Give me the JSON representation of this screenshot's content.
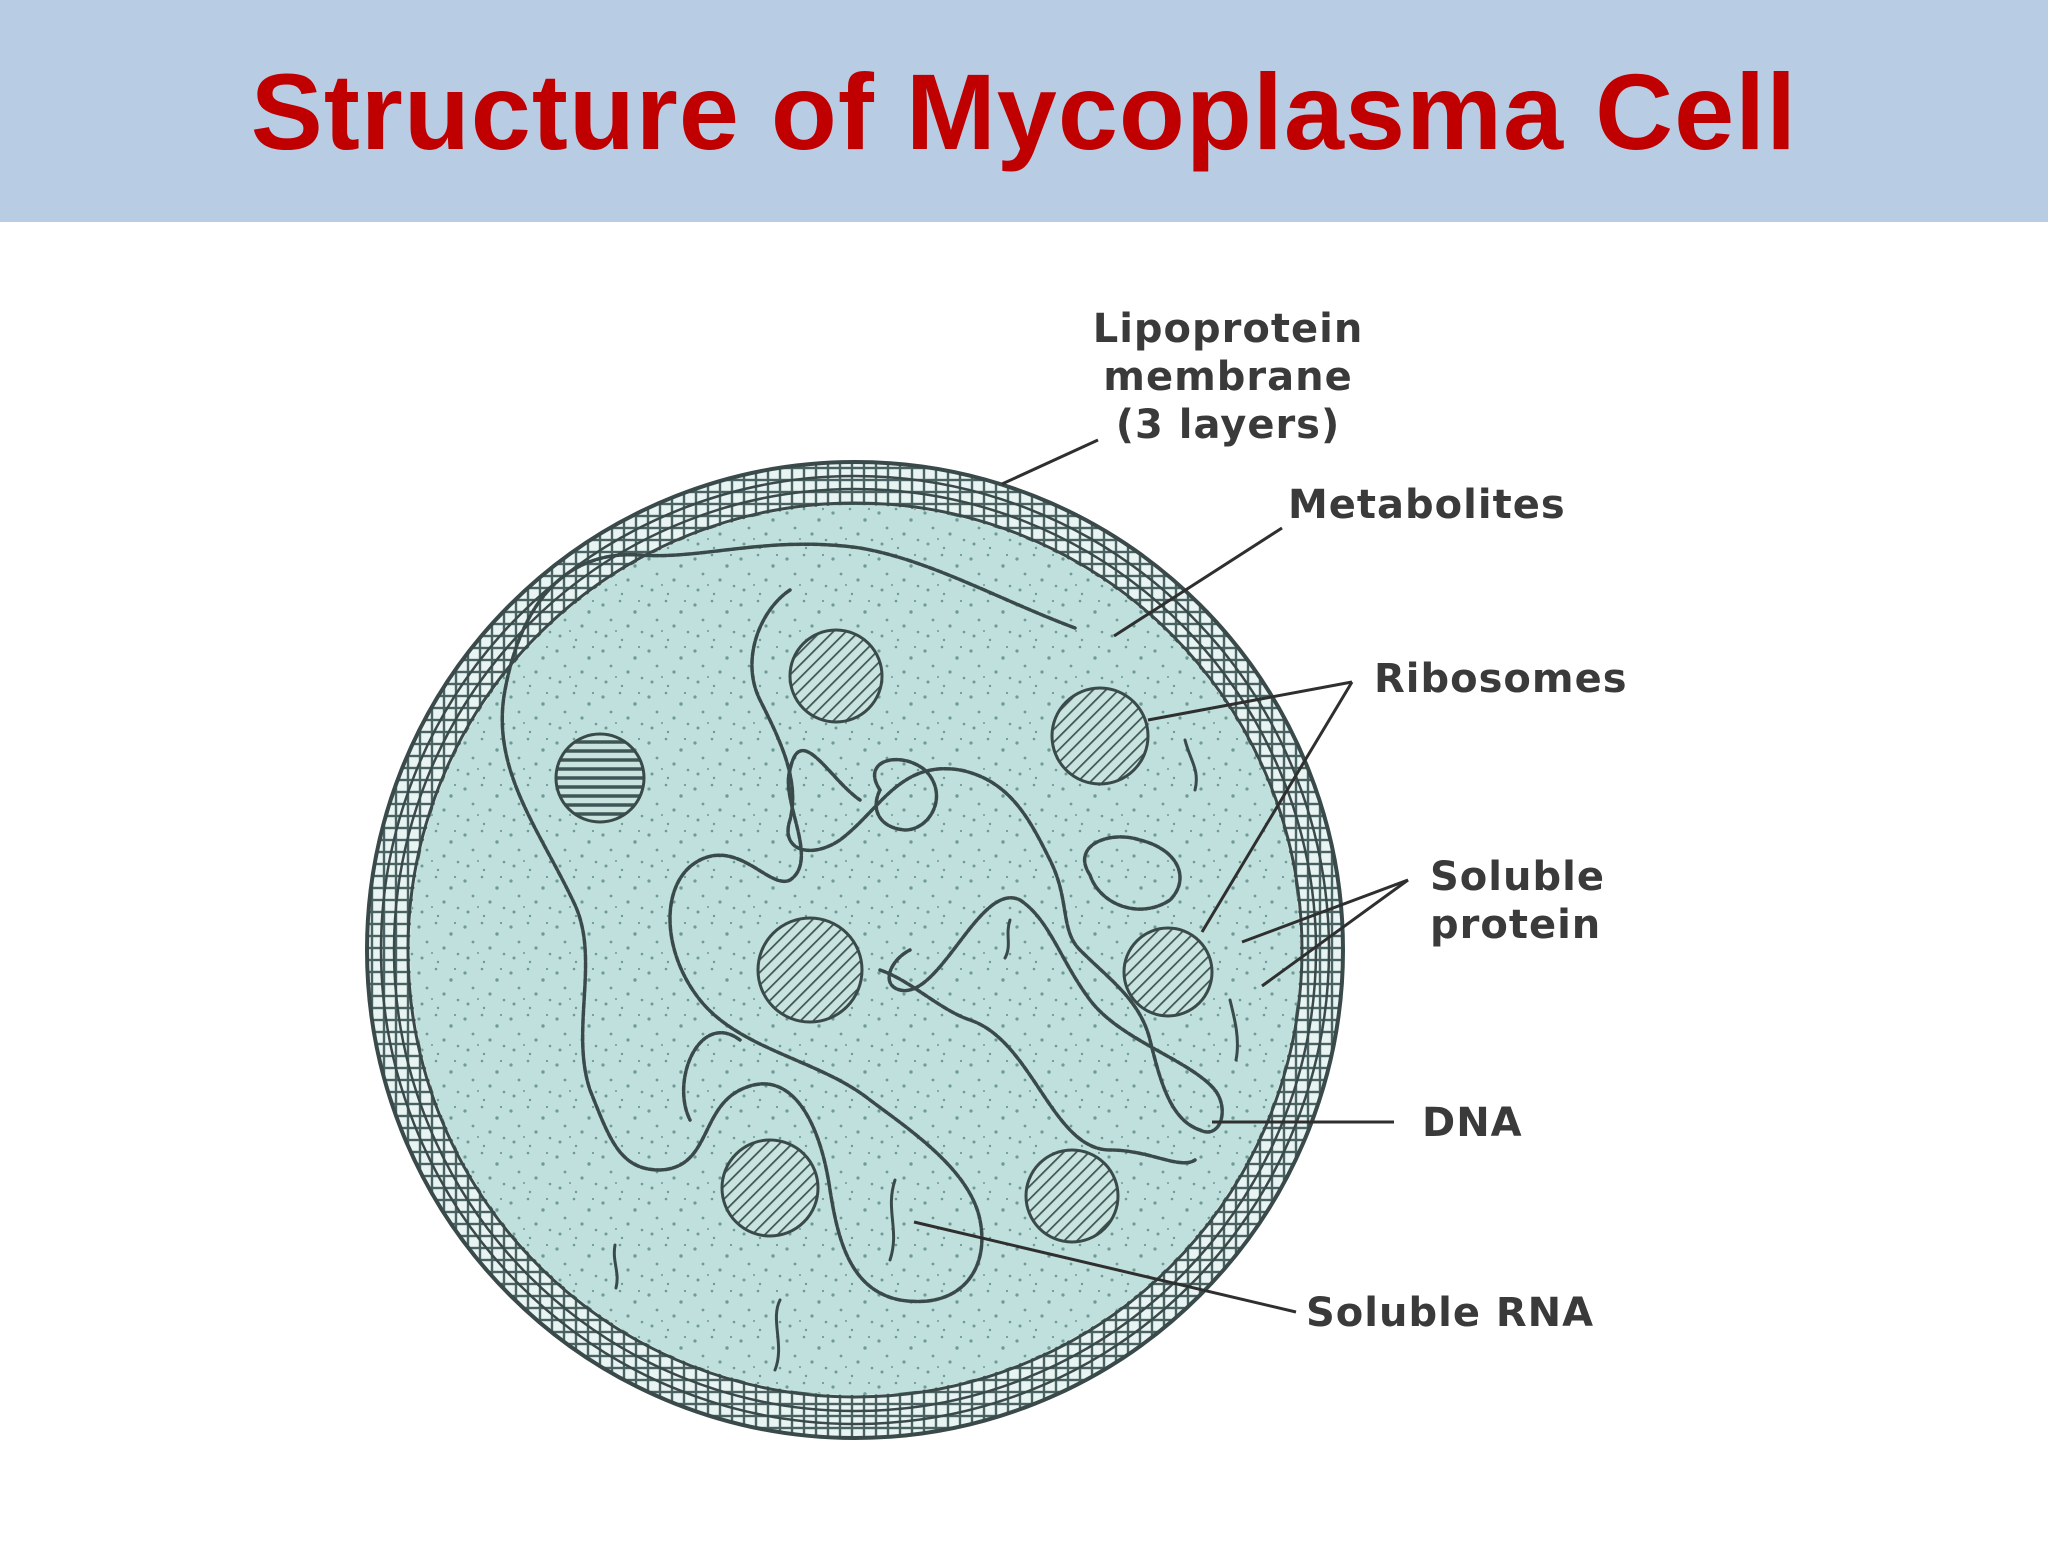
{
  "slide": {
    "title": "Structure of Mycoplasma Cell",
    "colors": {
      "header_bg": "#b8cce4",
      "title": "#c00000",
      "cytoplasm": "#bfe0dc",
      "membrane": "#e6f2f0",
      "ink": "#3a4a4a"
    }
  },
  "diagram": {
    "labels": {
      "membrane_line1": "Lipoprotein",
      "membrane_line2": "membrane",
      "membrane_line3": "(3 layers)",
      "metabolites": "Metabolites",
      "ribosomes": "Ribosomes",
      "soluble_protein_line1": "Soluble",
      "soluble_protein_line2": "protein",
      "dna": "DNA",
      "soluble_rna": "Soluble RNA"
    }
  }
}
